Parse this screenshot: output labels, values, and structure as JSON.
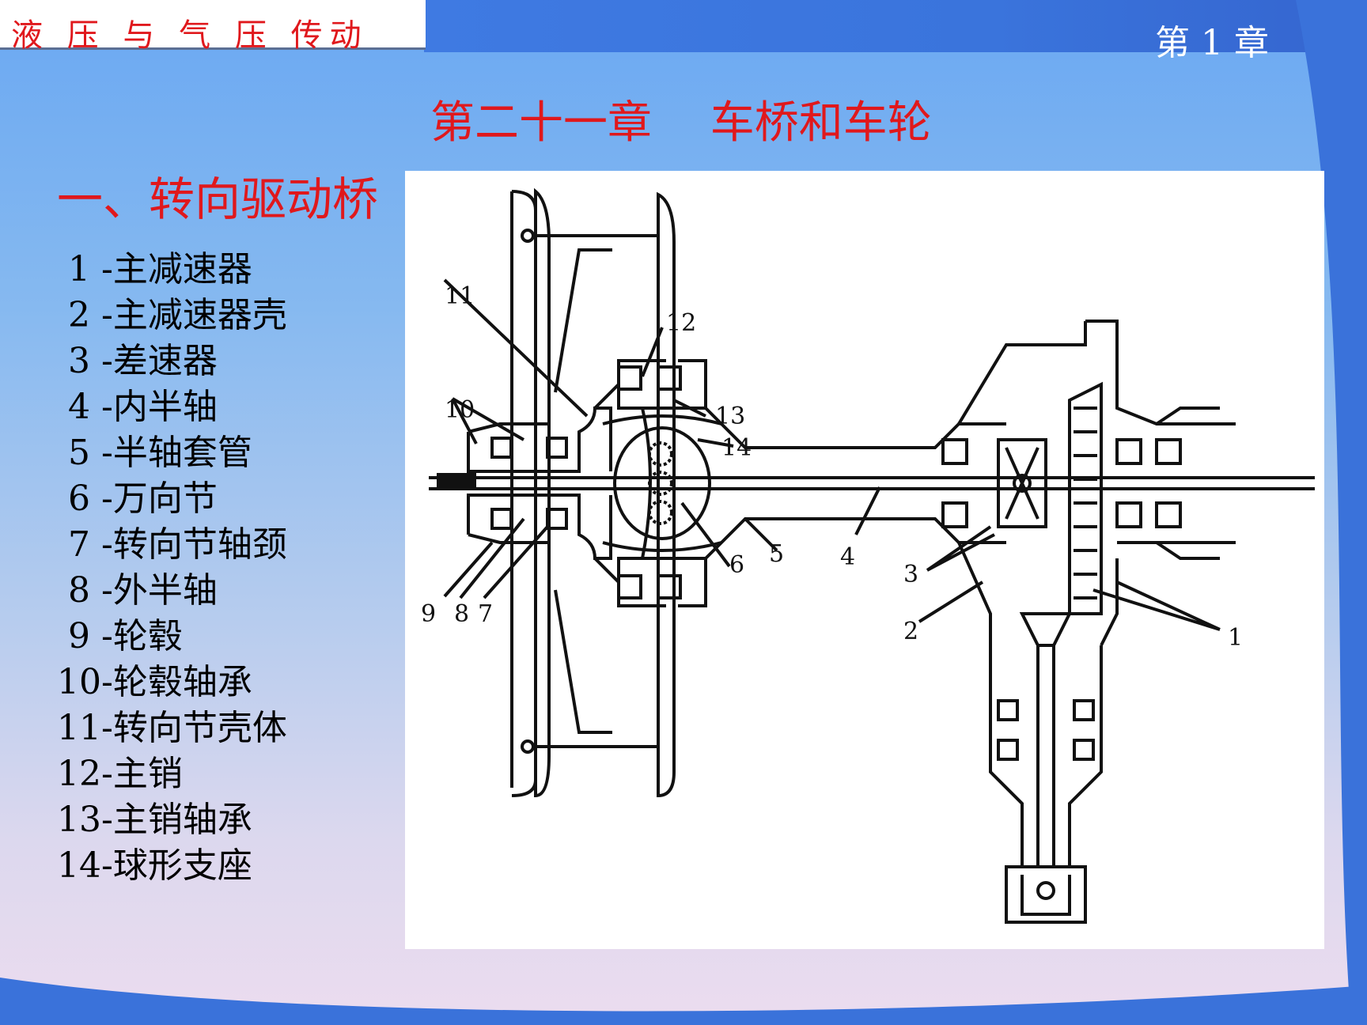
{
  "header": {
    "course_title": "液 压 与 气 压 传动",
    "chapter_label": "第 1 章"
  },
  "slide": {
    "title": "第二十一章　 车桥和车轮",
    "section_title": "一、转向驱动桥"
  },
  "parts": [
    " 1 -主减速器",
    " 2 -主减速器壳",
    " 3 -差速器",
    " 4 -内半轴",
    " 5 -半轴套管",
    " 6 -万向节",
    " 7 -转向节轴颈",
    " 8 -外半轴",
    " 9 -轮毂",
    "10-轮毂轴承",
    "11-转向节壳体",
    "12-主销",
    "13-主销轴承",
    "14-球形支座"
  ],
  "diagram": {
    "callouts": [
      "1",
      "2",
      "3",
      "4",
      "5",
      "6",
      "7",
      "8",
      "9",
      "10",
      "11",
      "12",
      "13",
      "14"
    ]
  },
  "colors": {
    "title_red": "#e0181c",
    "band_blue": "#3f7ae2"
  }
}
